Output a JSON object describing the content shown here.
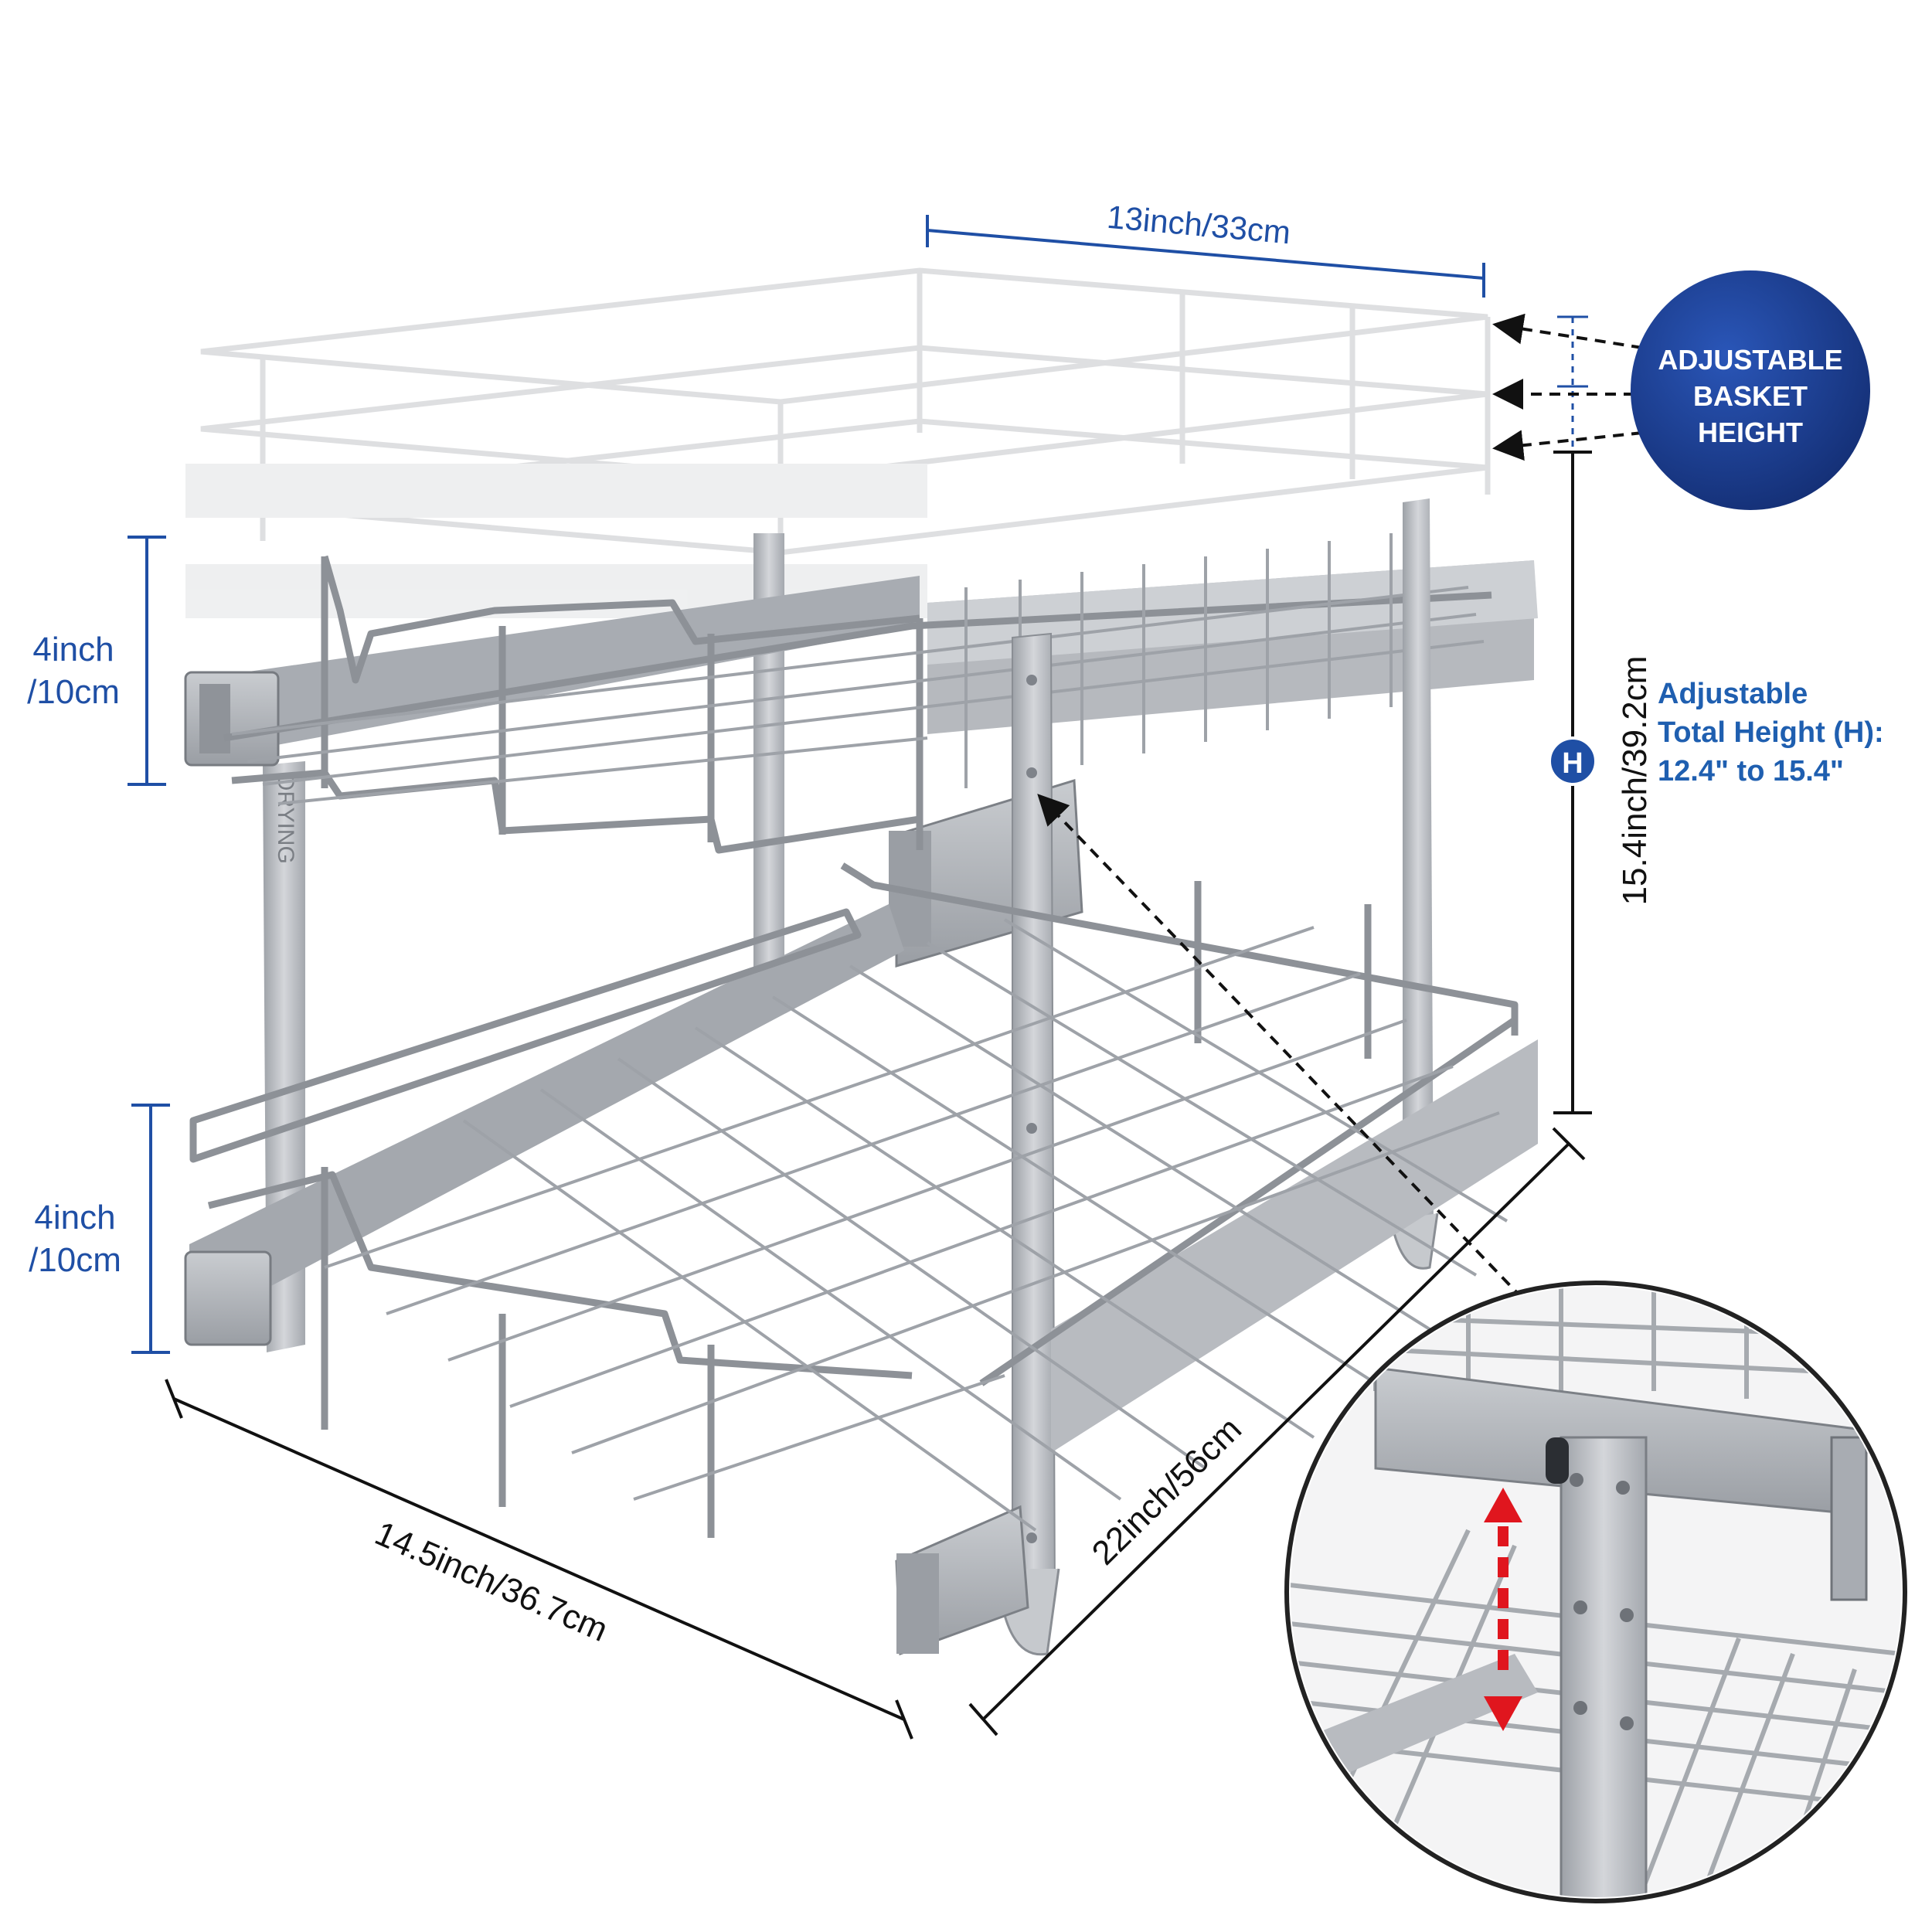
{
  "dimensions": {
    "top_width": "13inch/33cm",
    "upper_spacing_line1": "4inch",
    "upper_spacing_line2": "/10cm",
    "lower_spacing_line1": "4inch",
    "lower_spacing_line2": "/10cm",
    "front_width": "14.5inch/36.7cm",
    "depth": "22inch/56cm",
    "total_height": "15.4inch/39.2cm"
  },
  "badge": {
    "line1": "ADJUSTABLE",
    "line2": "BASKET",
    "line3": "HEIGHT",
    "color": "#1b3f8f"
  },
  "height_note": {
    "line1": "Adjustable",
    "line2": "Total Height (H):",
    "line3": "12.4\" to 15.4\"",
    "marker": "H"
  },
  "rail_stamp": "ORYING",
  "colors": {
    "dimension_blue": "#1f4fa5",
    "arrow_red": "#e0161e",
    "metal": "#b9bcc1"
  },
  "icons": [
    "h-marker-icon",
    "up-arrow-icon",
    "down-arrow-icon"
  ]
}
